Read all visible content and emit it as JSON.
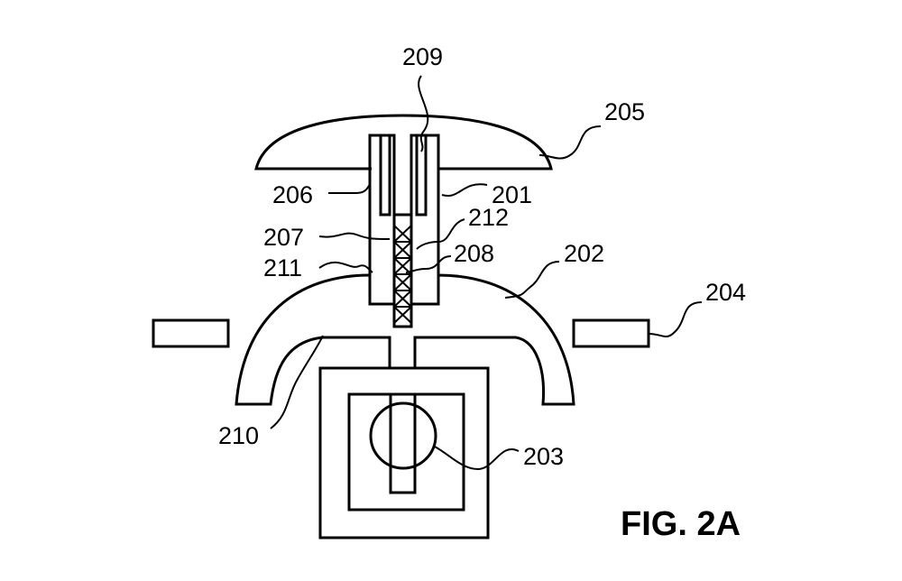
{
  "figure": {
    "caption": "FIG. 2A",
    "labels": {
      "l201": "201",
      "l202": "202",
      "l203": "203",
      "l204": "204",
      "l205": "205",
      "l206": "206",
      "l207": "207",
      "l208": "208",
      "l209": "209",
      "l210": "210",
      "l211": "211",
      "l212": "212"
    }
  }
}
